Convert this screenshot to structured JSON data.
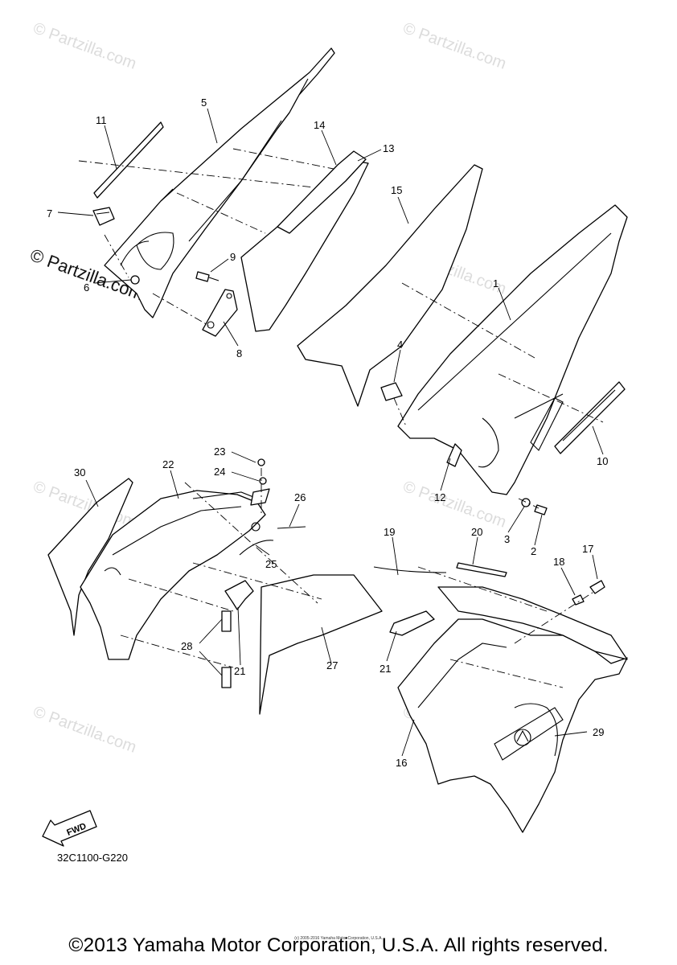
{
  "callouts": [
    "1",
    "2",
    "3",
    "4",
    "5",
    "6",
    "7",
    "8",
    "9",
    "10",
    "11",
    "12",
    "13",
    "14",
    "15",
    "16",
    "17",
    "18",
    "19",
    "20",
    "21",
    "21",
    "22",
    "23",
    "24",
    "25",
    "26",
    "27",
    "28",
    "29",
    "30"
  ],
  "watermark": {
    "text": "© Partzilla.com"
  },
  "fwd_label": "FWD",
  "diagram_code": "32C1100-G220",
  "small_credit": "(c) 2005-2016 Yamaha Motor Corporation, U.S.A.",
  "copyright": "©2013 Yamaha Motor Corporation, U.S.A. All rights reserved."
}
